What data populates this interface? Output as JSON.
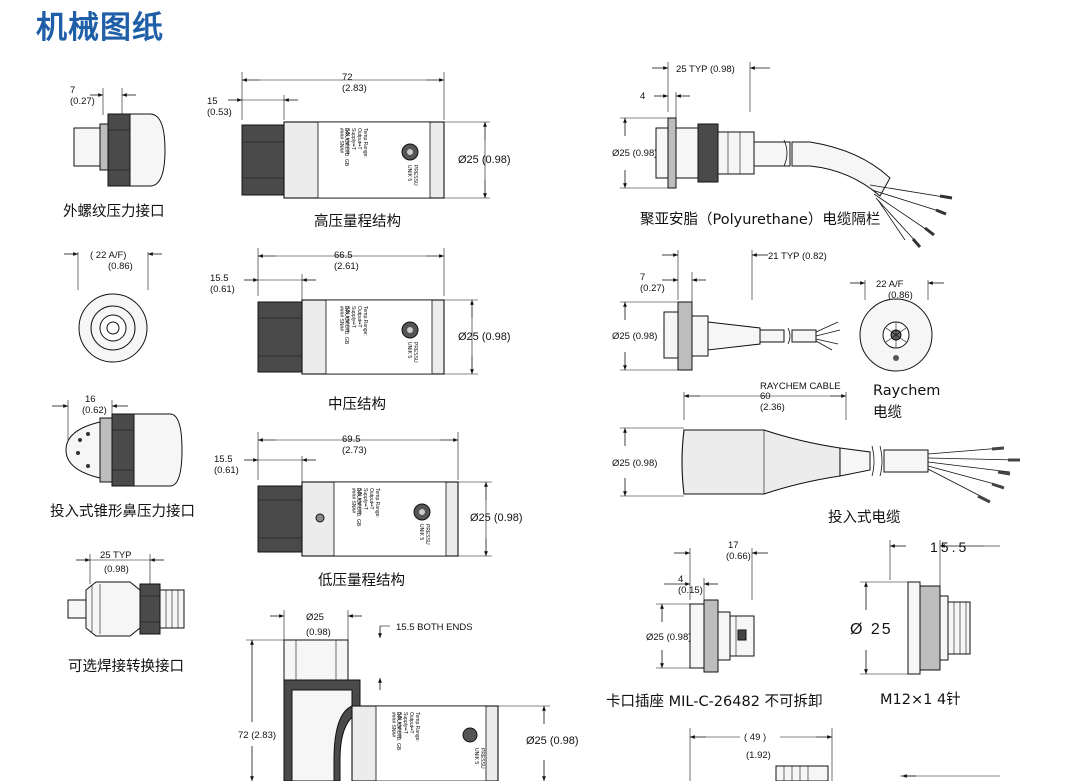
{
  "title": "机械图纸",
  "captions": {
    "ext_thread": "外螺纹压力接口",
    "high_pressure": "高压量程结构",
    "polyurethane": "聚亚安脂（Polyurethane）电缆隔栏",
    "medium_pressure": "中压结构",
    "raychem_cable": "Raychem\n电缆",
    "submersible_nose": "投入式锥形鼻压力接口",
    "submersible_cable": "投入式电缆",
    "low_pressure": "低压量程结构",
    "weld_adapter": "可选焊接转换接口",
    "bayonet": "卡口插座 MIL-C-26482 不可拆卸",
    "m12": "M12×1 4针"
  },
  "dims": {
    "d7": "7",
    "d7in": "(0.27)",
    "d72": "72",
    "d72in": "(2.83)",
    "d15": "15",
    "d15in": "(0.53)",
    "dia25": "Ø25 (0.98)",
    "d25typ": "25 TYP (0.98)",
    "d4": "4",
    "af22": "( 22  A/F)",
    "af22in": "(0.86)",
    "d665": "66.5",
    "d665in": "(2.61)",
    "d155": "15.5",
    "d155in": "(0.61)",
    "d21typ": "21  TYP (0.82)",
    "af22b": "22  A/F",
    "af22bin": "(0.86)",
    "d7b": "7",
    "d7bin": "(0.27)",
    "raychem_label": "RAYCHEM CABLE",
    "d60": "60",
    "d60in": "(2.36)",
    "d16": "16",
    "d16in": "(0.62)",
    "d695": "69.5",
    "d695in": "(2.73)",
    "d25typb": "25  TYP",
    "d25typbin": "(0.98)",
    "d17": "17",
    "d17in": "(0.66)",
    "d4b": "4",
    "d4bin": "(0.15)",
    "m12_len": "15.5",
    "m12_dia": "Ø 25",
    "dia25top": "Ø25",
    "dia25topin": "(0.98)",
    "both_ends": "15.5    BOTH ENDS",
    "d72b": "72  (2.83)",
    "d49": "( 49 )",
    "d49in": "(1.92)"
  },
  "label_lines": [
    "#### SN##",
    "S/N ######",
    "Supply••T",
    "Output••T",
    "Temp.Range:"
  ],
  "brand_lines": [
    "DRUCK LTD. GB"
  ],
  "press_lines": [
    "UNIK 5",
    "PRESSU"
  ]
}
